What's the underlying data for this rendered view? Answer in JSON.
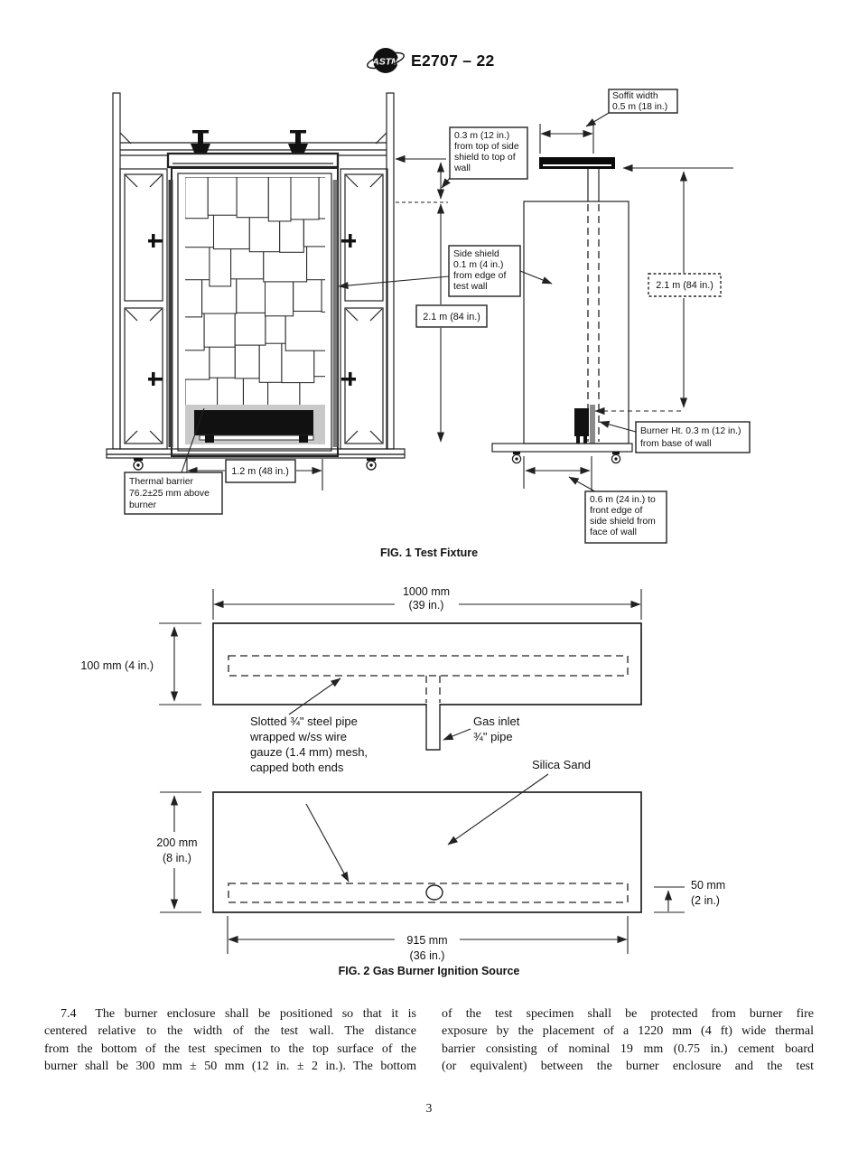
{
  "header": {
    "logo_text": "ASTM",
    "doc_number": "E2707 – 22"
  },
  "fig1": {
    "caption": "FIG. 1 Test Fixture",
    "soffit_width": {
      "l1": "Soffit width",
      "l2": "0.5 m (18 in.)"
    },
    "top_offset": {
      "l1": "0.3 m (12 in.)",
      "l2": "from top of side",
      "l3": "shield to top of",
      "l4": "wall"
    },
    "side_shield": {
      "l1": "Side shield",
      "l2": "0.1 m (4 in.)",
      "l3": "from edge of",
      "l4": "test wall"
    },
    "height_left": "2.1 m (84 in.)",
    "height_right": "2.1 m (84 in.)",
    "width": "1.2 m (48 in.)",
    "thermal": {
      "l1": "Thermal barrier",
      "l2": "76.2±25 mm above",
      "l3": "burner"
    },
    "burner_ht": {
      "l1": "Burner Ht. 0.3 m (12 in.)",
      "l2": "from base of wall"
    },
    "front_edge": {
      "l1": "0.6 m (24 in.) to",
      "l2": "front edge of",
      "l3": "side shield from",
      "l4": "face of wall"
    }
  },
  "fig2": {
    "caption": "FIG. 2 Gas Burner Ignition Source",
    "width_top": {
      "l1": "1000 mm",
      "l2": "(39 in.)"
    },
    "depth_top": "100 mm (4 in.)",
    "pipe": {
      "l1": "Slotted ¾\" steel pipe",
      "l2": "wrapped w/ss wire",
      "l3": "gauze (1.4 mm) mesh,",
      "l4": "capped both ends"
    },
    "gas_inlet": {
      "l1": "Gas inlet",
      "l2": "¾\" pipe"
    },
    "silica": "Silica Sand",
    "height_front": {
      "l1": "200 mm",
      "l2": "(8 in.)"
    },
    "sand": {
      "l1": "50 mm",
      "l2": "(2 in.)"
    },
    "width_bottom": {
      "l1": "915 mm",
      "l2": "(36 in.)"
    }
  },
  "body": {
    "left_lines": [
      "7.4  The burner enclosure shall be positioned so that it is",
      "centered relative to the width of the test wall. The distance",
      "from the bottom of the test specimen to the top surface of the",
      "burner shall be 300 mm ± 50 mm (12 in. ± 2 in.). The bottom"
    ],
    "right_lines": [
      "of the test specimen shall be protected from burner fire",
      "exposure by the placement of a 1220 mm (4 ft) wide thermal",
      "barrier consisting of nominal 19 mm (0.75 in.) cement board",
      "(or equivalent) between the burner enclosure and the test"
    ]
  },
  "footer": {
    "page_number": "3"
  }
}
